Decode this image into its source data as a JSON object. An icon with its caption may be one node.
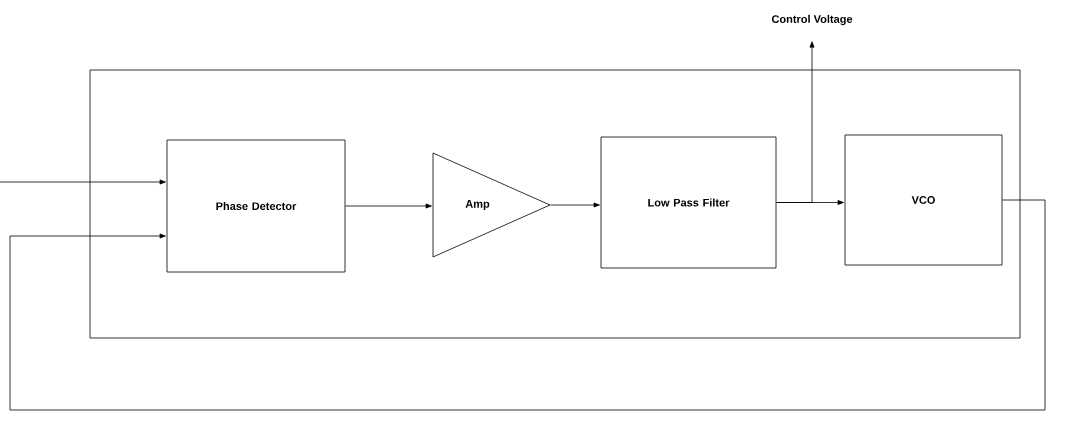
{
  "diagram": {
    "nodes": [
      {
        "text": [],
        "shape": "box"
      },
      {
        "text": [
          "Phase Detector"
        ],
        "in": 0
      },
      {
        "text": [
          "Amp"
        ],
        "in": 0
      },
      {
        "text": [
          "Low Pass Filter"
        ],
        "in": 0
      },
      {
        "text": [
          "VCO"
        ],
        "in": 0
      },
      {
        "text": [
          "Control Voltage"
        ]
      }
    ],
    "edges": [
      {
        "from": null,
        "to": 1,
        "arrow": "to"
      },
      {
        "from": 4,
        "to": 1,
        "arrow": "to"
      },
      {
        "from": 1,
        "to": 2,
        "arrow": "to"
      },
      {
        "from": 2,
        "to": 3,
        "arrow": "to"
      },
      {
        "from": 3,
        "to": 4,
        "arrow": "to"
      },
      {
        "from": 3,
        "to": 5,
        "arrow": "to"
      }
    ]
  }
}
